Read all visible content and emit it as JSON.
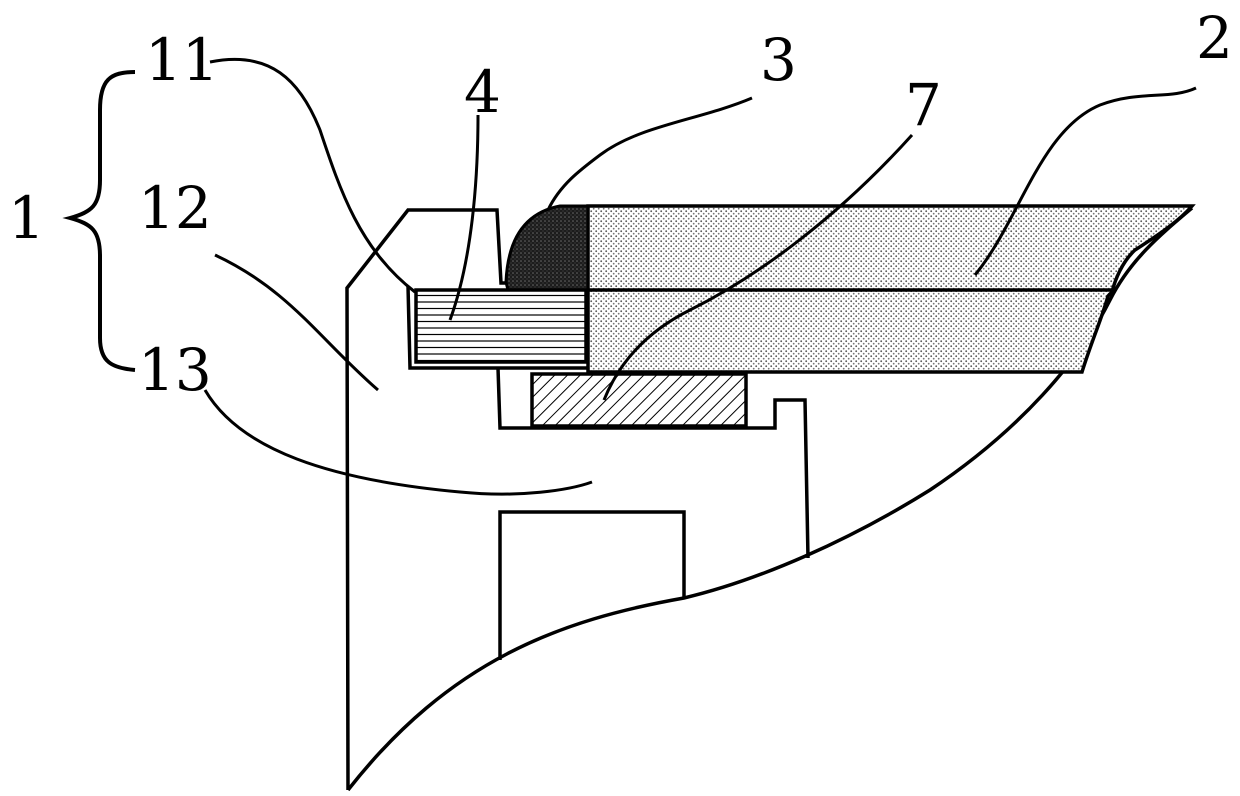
{
  "labels": {
    "part_1": "1",
    "part_11": "11",
    "part_12": "12",
    "part_13": "13",
    "part_2": "2",
    "part_3": "3",
    "part_4": "4",
    "part_7": "7"
  },
  "colors": {
    "line": "#000000",
    "background": "#ffffff",
    "glass_fill": "#e4e4e4",
    "glue_fill": "#1a1a1a"
  }
}
